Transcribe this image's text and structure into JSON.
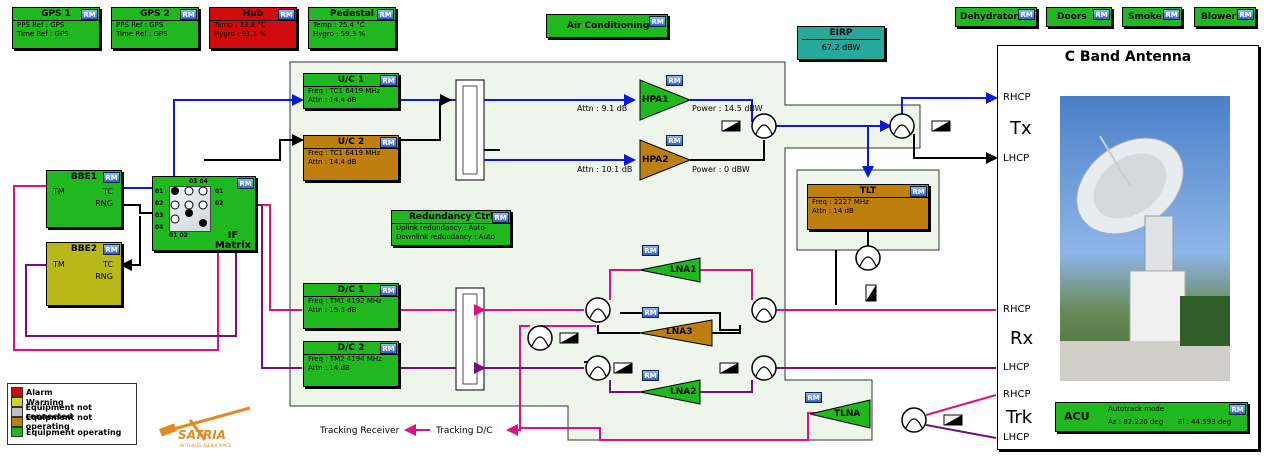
{
  "rm": "RM",
  "top": {
    "gps1": {
      "title": "GPS 1",
      "l1": "PPS Ref : GPS",
      "l2": "Time Ref : GPS"
    },
    "gps2": {
      "title": "GPS 2",
      "l1": "PPS Ref : GPS",
      "l2": "Time Ref : GPS"
    },
    "hub": {
      "title": "Hub",
      "l1": "Temp : 23.8 °C",
      "l2": "Hygro : 91.1 %"
    },
    "pedestal": {
      "title": "Pedestal",
      "l1": "Temp : 25.4 °C",
      "l2": "Hygro : 59.3 %"
    },
    "aircon": "Air Conditioning",
    "dehydrator": "Dehydrator",
    "doors": "Doors",
    "smoke": "Smoke",
    "blower": "Blower"
  },
  "eirp": {
    "title": "EIRP",
    "value": "67.2 dBW"
  },
  "antenna": {
    "title": "C Band Antenna",
    "tx": "Tx",
    "rx": "Rx",
    "trk": "Trk",
    "rhcp": "RHCP",
    "lhcp": "LHCP"
  },
  "bbe1": {
    "title": "BBE1",
    "tm": "TM",
    "tc": "TC",
    "rng": "RNG"
  },
  "bbe2": {
    "title": "BBE2",
    "tm": "TM",
    "tc": "TC",
    "rng": "RNG"
  },
  "matrix": {
    "title": "IF Matrix",
    "top": "03 04",
    "bottom": "01 02",
    "left": [
      "01",
      "02",
      "03",
      "04"
    ],
    "right": [
      "01",
      "02"
    ]
  },
  "uc1": {
    "title": "U/C 1",
    "freq": "Freq : TC1 6419 MHz",
    "attn": "Attn : 14.4 dB"
  },
  "uc2": {
    "title": "U/C 2",
    "freq": "Freq : TC1 6419 MHz",
    "attn": "Attn : 14.4 dB"
  },
  "dc1": {
    "title": "D/C 1",
    "freq": "Freq : TM1 4192 MHz",
    "attn": "Attn : 15.3 dB"
  },
  "dc2": {
    "title": "D/C 2",
    "freq": "Freq : TM2 4194 MHz",
    "attn": "Attn : 14 dB"
  },
  "hpa1": {
    "title": "HPA1",
    "attn": "Attn : 9.1 dB",
    "power": "Power : 14.5 dBW"
  },
  "hpa2": {
    "title": "HPA2",
    "attn": "Attn : 10.1 dB",
    "power": "Power : 0 dBW"
  },
  "tlt": {
    "title": "TLT",
    "freq": "Freq : 2227 MHz",
    "attn": "Attn : 14 dB"
  },
  "redundancy": {
    "title": "Redundancy Ctrl",
    "l1": "Uplink redundancy : Auto",
    "l2": "Downlink redundancy : Auto"
  },
  "lna1": "LNA1",
  "lna2": "LNA2",
  "lna3": "LNA3",
  "tlna": "TLNA",
  "acu": {
    "title": "ACU",
    "mode": "Autotrack mode",
    "az": "Az : 82.226 deg",
    "el": "El : 44.593 deg"
  },
  "tracking": {
    "receiver": "Tracking Receiver",
    "dc": "Tracking D/C"
  },
  "legend": [
    {
      "label": "Alarm",
      "color": "#d10b0b"
    },
    {
      "label": "Warning",
      "color": "#d6d31c"
    },
    {
      "label": "Equipment not connected",
      "color": "#c0c0c0"
    },
    {
      "label": "Equipment not operating",
      "color": "#bf7f0f"
    },
    {
      "label": "Equipment operating",
      "color": "#1fb91f"
    }
  ],
  "logo": {
    "text": "SATRIA",
    "sub": "BY THALES ALENIA SPACE"
  }
}
